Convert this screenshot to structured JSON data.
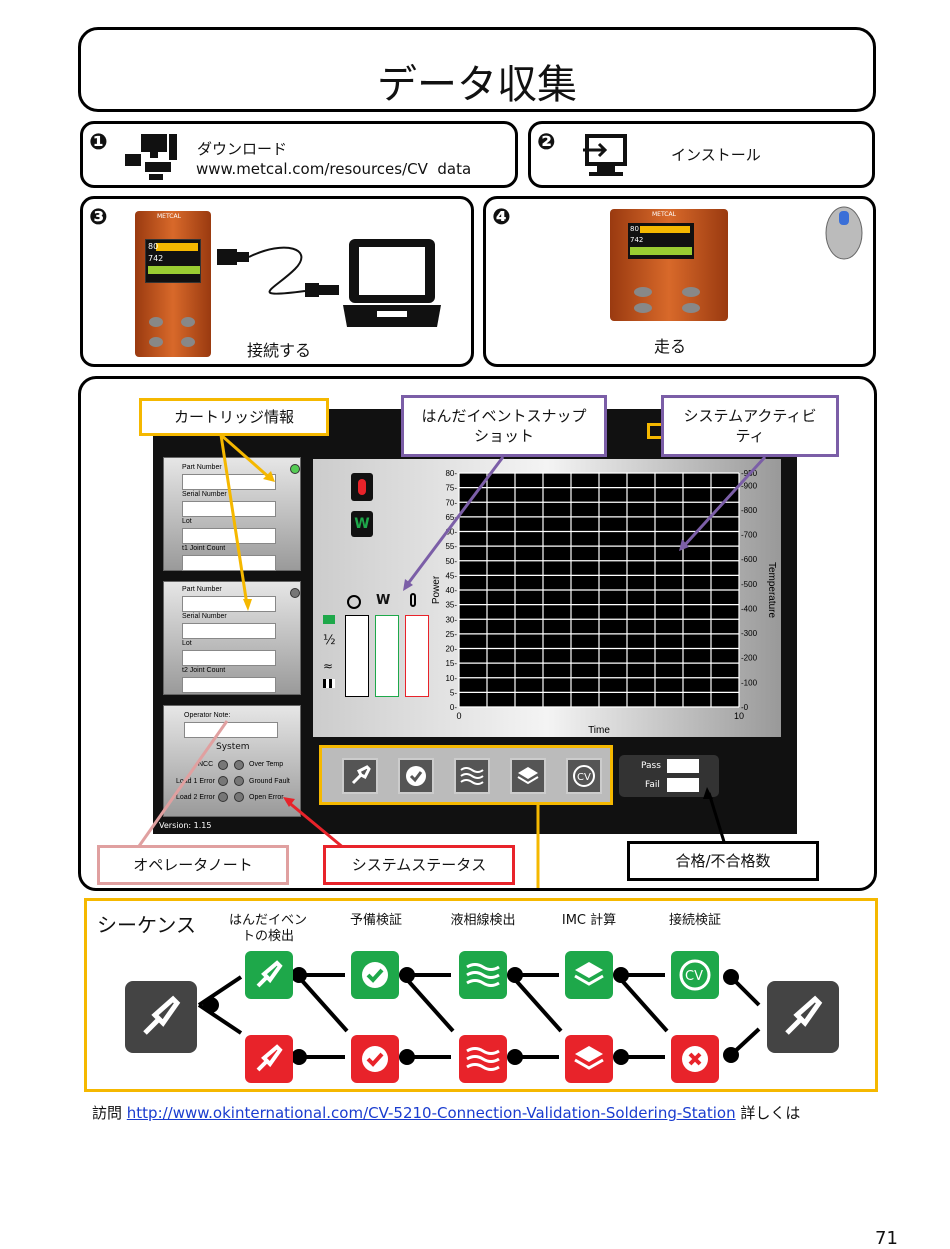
{
  "title": "データ収集",
  "steps": [
    {
      "num": "❶",
      "label": "ダウンロード",
      "url": "www.metcal.com/resources/CV  data"
    },
    {
      "num": "❷",
      "label": "インストール"
    },
    {
      "num": "❸",
      "label": "接続する"
    },
    {
      "num": "❹",
      "label": "走る"
    }
  ],
  "device": {
    "brand": "METCAL",
    "display_top": "80",
    "display_temp": "742"
  },
  "app": {
    "slot1": {
      "labels": [
        "Part Number",
        "Serial Number",
        "Lot",
        "t1 Joint Count"
      ]
    },
    "slot2": {
      "labels": [
        "Part Number",
        "Serial Number",
        "Lot",
        "t2 Joint Count"
      ]
    },
    "operator_note": "Operator Note:",
    "system": "System",
    "status_left": [
      "NCC",
      "Load 1 Error",
      "Load 2 Error"
    ],
    "status_right": [
      "Over Temp",
      "Ground Fault",
      "Open Error"
    ],
    "version": "Version: 1.15",
    "pass_label": "Pass",
    "fail_label": "Fail",
    "icon_w": "W",
    "half": "½"
  },
  "chart_data": {
    "type": "line",
    "xlabel": "Time",
    "ylabel": "Power",
    "y2label": "Temperature",
    "xlim": [
      0,
      10
    ],
    "ylim": [
      0,
      80
    ],
    "y2lim": [
      0,
      950
    ],
    "x_ticks": [
      "0",
      "10"
    ],
    "y_ticks": [
      "0-",
      "5-",
      "10-",
      "15-",
      "20-",
      "25-",
      "30-",
      "35-",
      "40-",
      "45-",
      "50-",
      "55-",
      "60-",
      "65-",
      "70-",
      "75-",
      "80-"
    ],
    "y2_ticks": [
      "-0",
      "-100",
      "-200",
      "-300",
      "-400",
      "-500",
      "-600",
      "-700",
      "-800",
      "-900",
      "-950"
    ],
    "series": [],
    "grid": true
  },
  "callouts": {
    "cartridge": "カートリッジ情報",
    "snapshot": "はんだイベントスナップショット",
    "activity": "システムアクティビティ",
    "operator": "オペレータノート",
    "status": "システムステータス",
    "passfail": "合格/不合格数"
  },
  "sequence": {
    "title": "シーケンス",
    "steps": [
      "はんだイベントの検出",
      "予備検証",
      "液相線検出",
      "IMC 計算",
      "接続検証"
    ]
  },
  "footer": {
    "prefix": "訪問 ",
    "link": "http://www.okinternational.com/CV-5210-Connection-Validation-Soldering-Station",
    "suffix": " 詳しくは"
  },
  "page_number": "71",
  "colors": {
    "yellow": "#f5b800",
    "purple": "#7b5ea7",
    "pink": "#e0a0a0",
    "red": "#e8232a",
    "green": "#1ea84a",
    "orange": "#c8561c"
  }
}
